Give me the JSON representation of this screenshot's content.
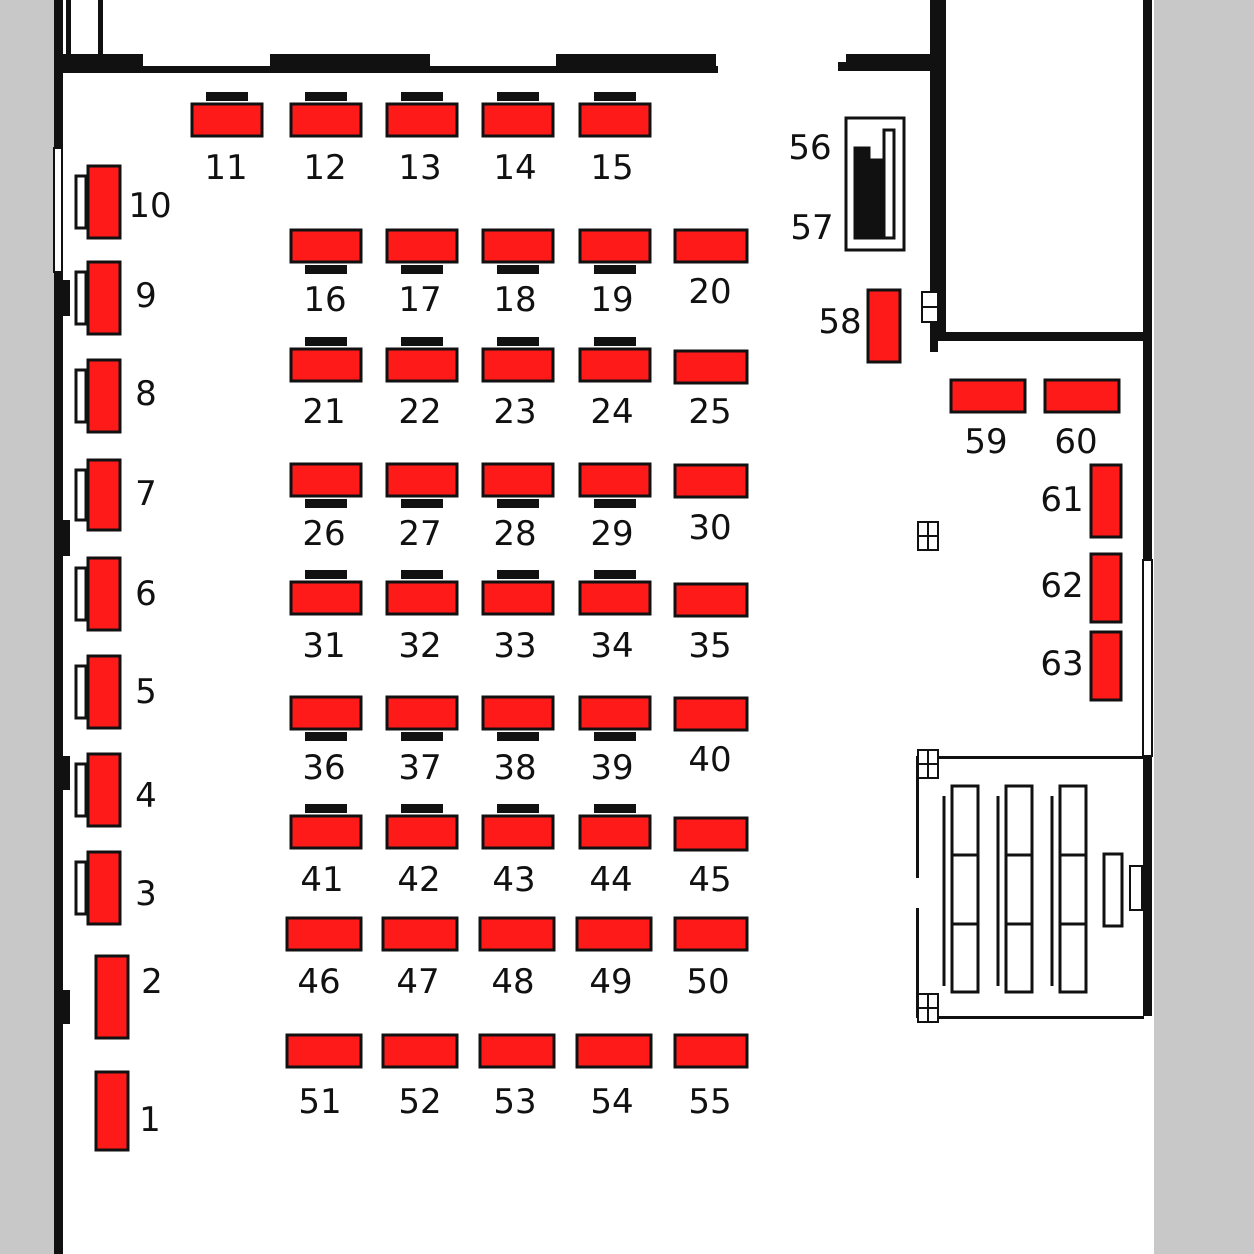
{
  "colors": {
    "desk": "#ff1a1a",
    "outline": "#111111",
    "floor": "#ffffff",
    "outside": "#c8c8c8"
  },
  "desks": [
    {
      "id": "1"
    },
    {
      "id": "2"
    },
    {
      "id": "3"
    },
    {
      "id": "4"
    },
    {
      "id": "5"
    },
    {
      "id": "6"
    },
    {
      "id": "7"
    },
    {
      "id": "8"
    },
    {
      "id": "9"
    },
    {
      "id": "10"
    },
    {
      "id": "11"
    },
    {
      "id": "12"
    },
    {
      "id": "13"
    },
    {
      "id": "14"
    },
    {
      "id": "15"
    },
    {
      "id": "16"
    },
    {
      "id": "17"
    },
    {
      "id": "18"
    },
    {
      "id": "19"
    },
    {
      "id": "20"
    },
    {
      "id": "21"
    },
    {
      "id": "22"
    },
    {
      "id": "23"
    },
    {
      "id": "24"
    },
    {
      "id": "25"
    },
    {
      "id": "26"
    },
    {
      "id": "27"
    },
    {
      "id": "28"
    },
    {
      "id": "29"
    },
    {
      "id": "30"
    },
    {
      "id": "31"
    },
    {
      "id": "32"
    },
    {
      "id": "33"
    },
    {
      "id": "34"
    },
    {
      "id": "35"
    },
    {
      "id": "36"
    },
    {
      "id": "37"
    },
    {
      "id": "38"
    },
    {
      "id": "39"
    },
    {
      "id": "40"
    },
    {
      "id": "41"
    },
    {
      "id": "42"
    },
    {
      "id": "43"
    },
    {
      "id": "44"
    },
    {
      "id": "45"
    },
    {
      "id": "46"
    },
    {
      "id": "47"
    },
    {
      "id": "48"
    },
    {
      "id": "49"
    },
    {
      "id": "50"
    },
    {
      "id": "51"
    },
    {
      "id": "52"
    },
    {
      "id": "53"
    },
    {
      "id": "54"
    },
    {
      "id": "55"
    },
    {
      "id": "56"
    },
    {
      "id": "57"
    },
    {
      "id": "58"
    },
    {
      "id": "59"
    },
    {
      "id": "60"
    },
    {
      "id": "61"
    },
    {
      "id": "62"
    },
    {
      "id": "63"
    }
  ]
}
